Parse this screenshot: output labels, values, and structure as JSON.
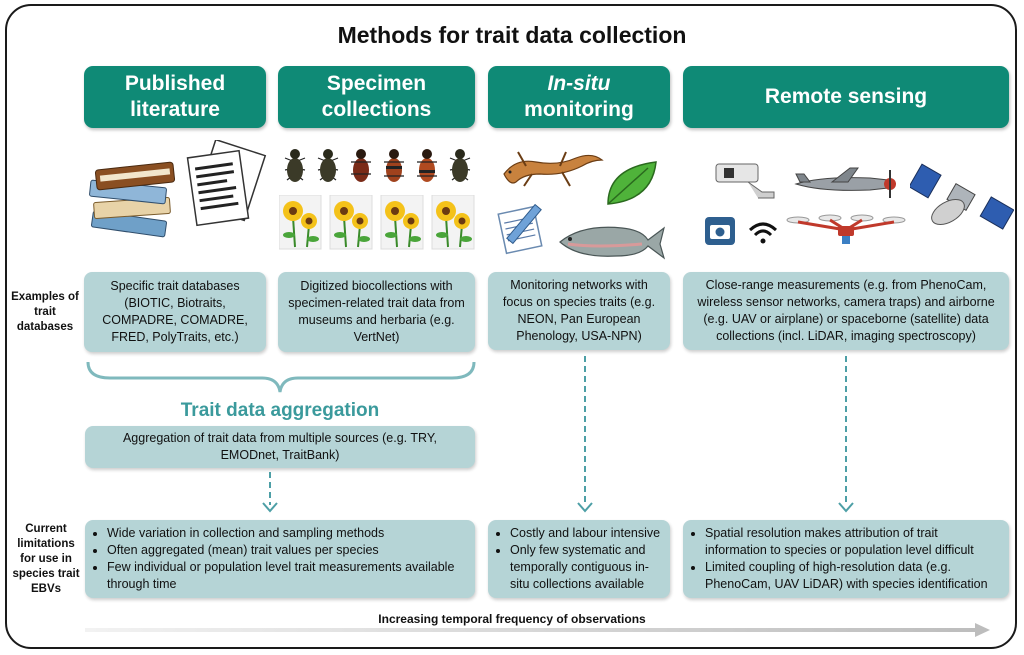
{
  "title": "Methods for trait data collection",
  "headers": {
    "published": [
      "Published",
      "literature"
    ],
    "specimen": [
      "Specimen",
      "collections"
    ],
    "insitu_italic": "In-situ",
    "insitu_rest": "monitoring",
    "remote": "Remote sensing"
  },
  "row_labels": {
    "examples": "Examples of trait databases",
    "limitations": "Current limitations for use in species trait EBVs"
  },
  "examples": {
    "published": "Specific trait databases (BIOTIC, Biotraits, COMPADRE, COMADRE, FRED, PolyTraits, etc.)",
    "specimen": "Digitized biocollections with specimen-related trait data from museums and herbaria (e.g. VertNet)",
    "insitu": "Monitoring networks with focus on species traits (e.g. NEON, Pan European Phenology, USA-NPN)",
    "remote": "Close-range measurements (e.g. from PhenoCam, wireless sensor networks, camera traps) and airborne (e.g. UAV or airplane) or spaceborne (satellite) data collections (incl. LiDAR, imaging spectroscopy)"
  },
  "aggregation": {
    "title": "Trait data aggregation",
    "text": "Aggregation of trait data from multiple sources (e.g. TRY, EMODnet, TraitBank)"
  },
  "limitations": {
    "literature": [
      "Wide variation in collection and sampling methods",
      "Often aggregated (mean) trait values per species",
      "Few individual or population level trait measurements available through time"
    ],
    "insitu": [
      "Costly and labour intensive",
      "Only few systematic and temporally contiguous in-situ collections available"
    ],
    "remote": [
      "Spatial resolution makes attribution of trait information to species or population level difficult",
      "Limited coupling of high-resolution data (e.g. PhenoCam, UAV LiDAR) with species identification"
    ]
  },
  "footer": "Increasing temporal frequency of observations",
  "colors": {
    "header": "#0f8a76",
    "box": "#b5d4d6",
    "arrow": "#4d9fa6",
    "aggregation_title": "#3b9a9c"
  },
  "icons": [
    "books-icon",
    "documents-icon",
    "beetle-icon",
    "sunflower-icon",
    "lizard-icon",
    "leaf-icon",
    "notepad-pencil-icon",
    "fish-icon",
    "security-camera-icon",
    "airplane-icon",
    "satellite-icon",
    "camera-icon",
    "wifi-icon",
    "drone-icon"
  ]
}
